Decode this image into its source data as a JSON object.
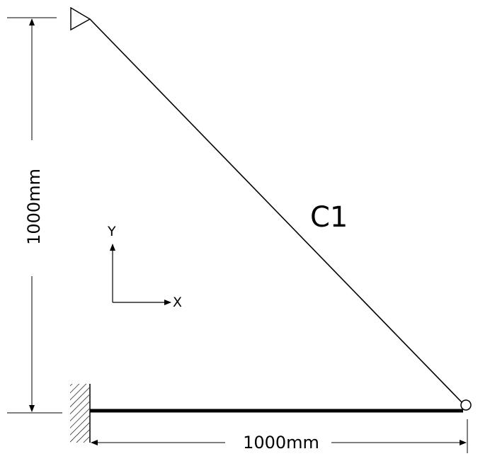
{
  "diagram": {
    "member_label": "C1",
    "vertical_dimension": "1000mm",
    "horizontal_dimension": "1000mm",
    "axis_y_label": "Y",
    "axis_x_label": "X",
    "line_color": "#000000",
    "background_color": "#ffffff"
  }
}
